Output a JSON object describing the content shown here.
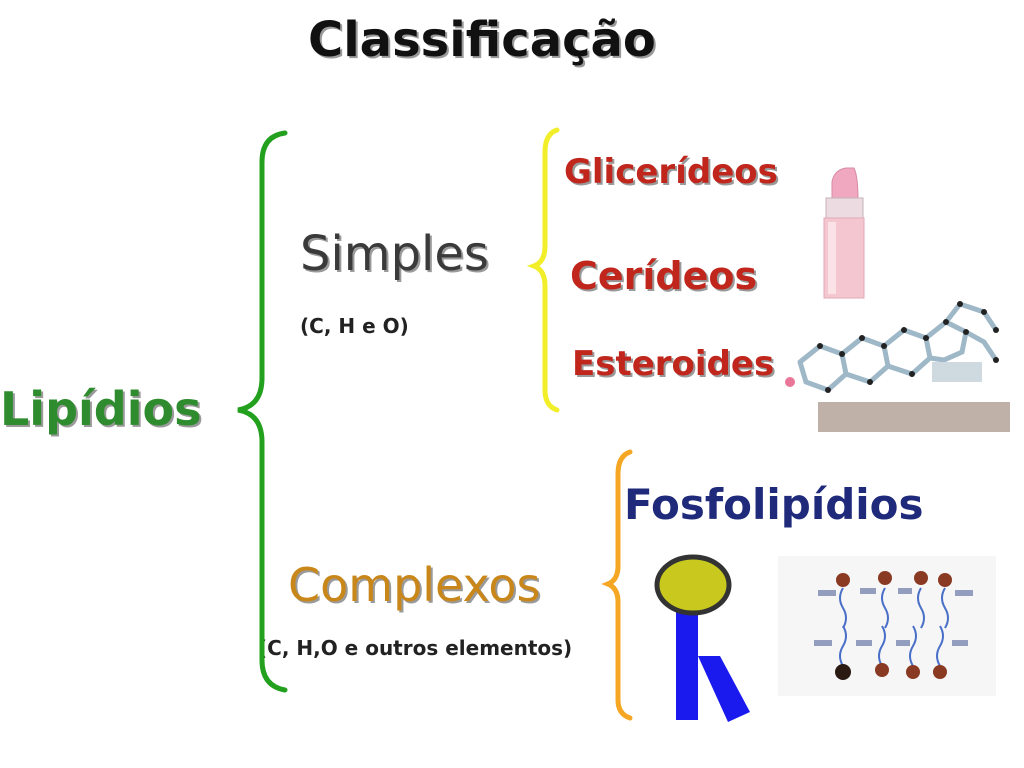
{
  "title": "Classificação",
  "root": "Lipídios",
  "simple": {
    "label": "Simples",
    "formula": "(C, H e O)",
    "items": [
      "Glicerídeos",
      "Cerídeos",
      "Esteroides"
    ]
  },
  "complex": {
    "label": "Complexos",
    "formula": "(C, H,O e outros elementos)",
    "items": [
      "Fosfolipídios"
    ]
  },
  "colors": {
    "root_brace": "#22a01e",
    "simple_brace": "#f2ee2a",
    "complex_brace": "#f5a623",
    "phospholipid_head": "#c8c81e",
    "phospholipid_tail": "#1a1aee"
  },
  "icons": [
    "lipstick-image",
    "cholesterol-molecule-image",
    "phospholipid-icon",
    "phospholipid-molecules-image"
  ]
}
